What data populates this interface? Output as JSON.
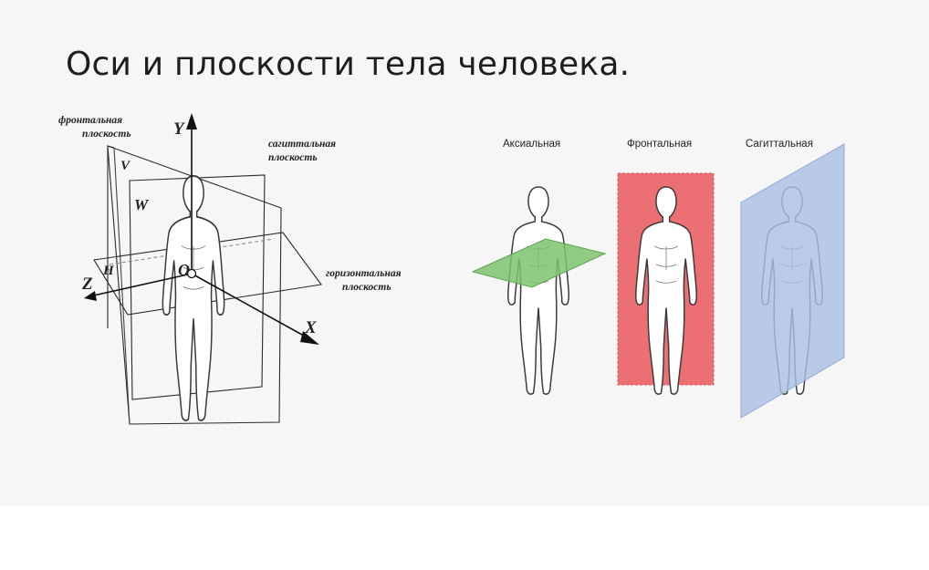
{
  "title": "Оси и плоскости тела человека.",
  "left_diagram": {
    "frontal_plane_label_1": "фронтальная",
    "frontal_plane_label_2": "плоскость",
    "sagittal_plane_label_1": "сагиттальная",
    "sagittal_plane_label_2": "плоскость",
    "horizontal_plane_label_1": "горизонтальная",
    "horizontal_plane_label_2": "плоскость",
    "plane_letters": {
      "v": "V",
      "w": "W",
      "h": "H"
    },
    "axis_letters": {
      "y": "Y",
      "x": "X",
      "z": "Z",
      "origin": "O"
    }
  },
  "right_diagram": {
    "axial_label": "Аксиальная",
    "frontal_label": "Фронтальная",
    "sagittal_label": "Сагиттальная",
    "colors": {
      "axial": "#7cc36f",
      "frontal": "#ec6f73",
      "sagittal": "#a9c0e3"
    }
  }
}
